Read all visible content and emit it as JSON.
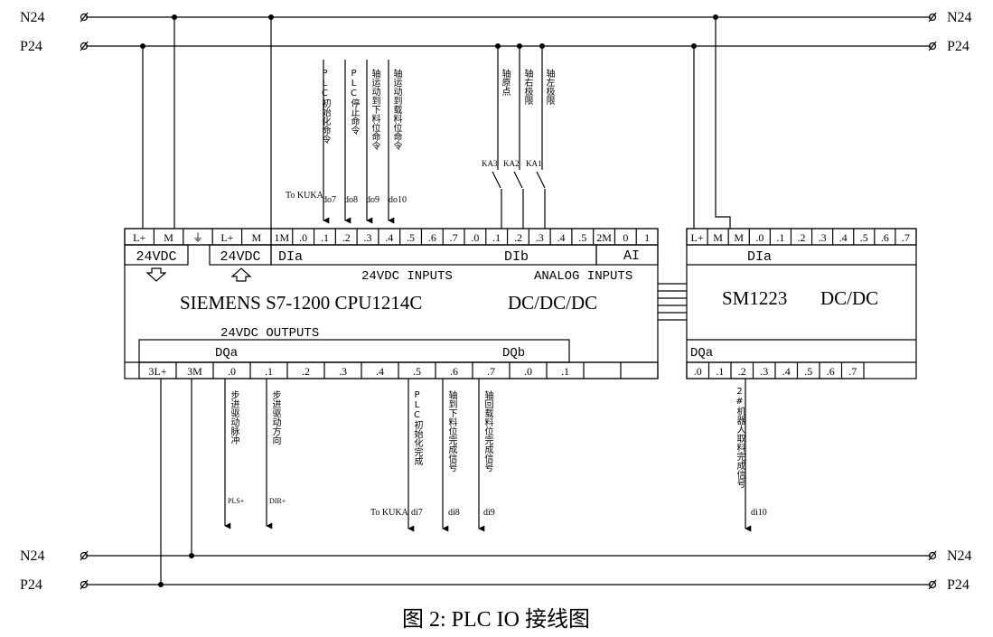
{
  "rails": {
    "n24": "N24",
    "p24": "P24"
  },
  "cpu": {
    "left_terms": [
      "L+",
      "M",
      "⏚",
      "L+",
      "M"
    ],
    "supply_in": "24VDC",
    "supply_out": "24VDC",
    "in_terms": [
      "1M",
      ".0",
      ".1",
      ".2",
      ".3",
      ".4",
      ".5",
      ".6",
      ".7",
      ".0",
      ".1",
      ".2",
      ".3",
      ".4",
      ".5",
      "2M",
      "0",
      "1"
    ],
    "dia": "DIa",
    "dib": "DIb",
    "ai": "AI",
    "inputs_title": "24VDC INPUTS",
    "analog_title": "ANALOG INPUTS",
    "model": "SIEMENS S7-1200 CPU1214C",
    "type": "DC/DC/DC",
    "outputs_title": "24VDC OUTPUTS",
    "dqa": "DQa",
    "dqb": "DQb",
    "out_terms": [
      "3L+",
      "3M",
      ".0",
      ".1",
      ".2",
      ".3",
      ".4",
      ".5",
      ".6",
      ".7",
      ".0",
      ".1",
      "",
      ""
    ]
  },
  "sm": {
    "in_terms": [
      "L+",
      "M",
      "M",
      ".0",
      ".1",
      ".2",
      ".3",
      ".4",
      ".5",
      ".6",
      ".7"
    ],
    "dia": "DIa",
    "model": "SM1223",
    "type": "DC/DC",
    "dqa": "DQa",
    "out_terms": [
      ".0",
      ".1",
      ".2",
      ".3",
      ".4",
      ".5",
      ".6",
      ".7"
    ]
  },
  "inputs": {
    "to_kuka": "To KUKA",
    "signals": [
      {
        "text": "PLC初始化命令",
        "tag": "do7"
      },
      {
        "text": "PLC停止命令",
        "tag": "do8"
      },
      {
        "text": "轴运动到下料位命令",
        "tag": "do9"
      },
      {
        "text": "轴运动到载料位命令",
        "tag": "do10"
      }
    ],
    "sensors": [
      {
        "text": "轴原点",
        "relay": "KA3"
      },
      {
        "text": "轴右极限",
        "relay": "KA2"
      },
      {
        "text": "轴左极限",
        "relay": "KA1"
      }
    ]
  },
  "outputs": {
    "pulse": {
      "text": "步进驱动脉冲",
      "tag": "PLS+"
    },
    "dir": {
      "text": "步进驱动方向",
      "tag": "DIR+"
    },
    "to_kuka": "To KUKA",
    "signals": [
      {
        "text": "PLC初始化完成",
        "tag": "di7"
      },
      {
        "text": "轴到下料位完成信号",
        "tag": "di8"
      },
      {
        "text": "轴回载料位完成信号",
        "tag": "di9"
      }
    ],
    "sm_signal": {
      "text": "2#机器人取料完成信号",
      "tag": "di10"
    }
  },
  "caption": "图 2: PLC IO 接线图"
}
